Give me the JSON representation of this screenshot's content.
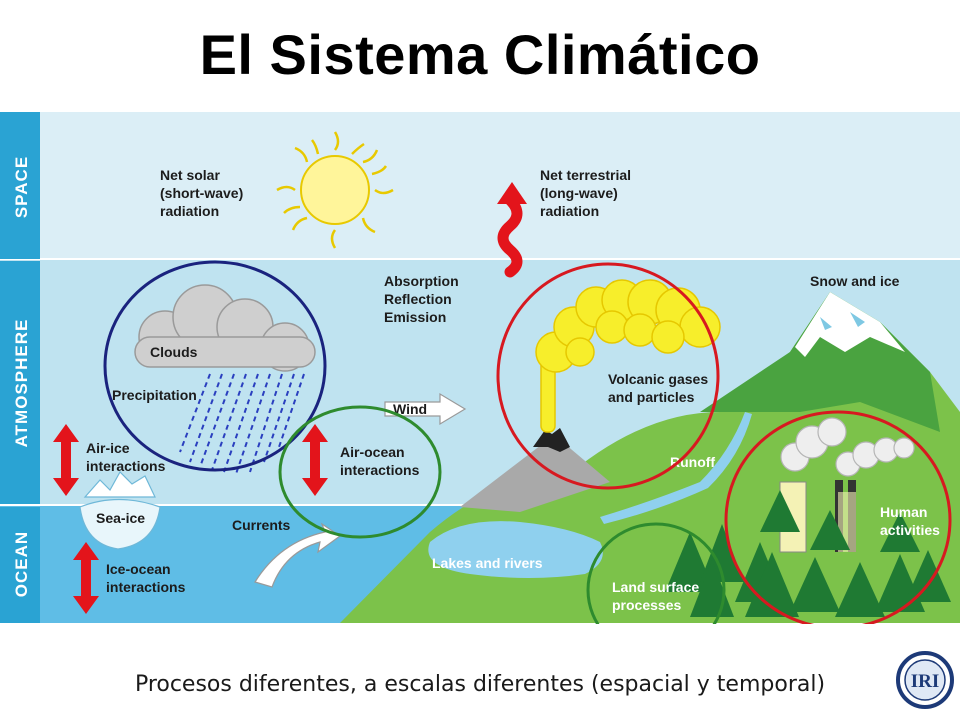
{
  "title": "El Sistema Climático",
  "caption": "Procesos diferentes, a escalas diferentes (espacial y temporal)",
  "logo": {
    "text": "IRI",
    "icon": "iri-globe-icon"
  },
  "bands": {
    "space": "SPACE",
    "atmosphere": "ATMOSPHERE",
    "ocean": "OCEAN"
  },
  "labels": {
    "net_solar": [
      "Net solar",
      "(short-wave)",
      "radiation"
    ],
    "net_terrestrial": [
      "Net terrestrial",
      "(long-wave)",
      "radiation"
    ],
    "absorption": [
      "Absorption",
      "Reflection",
      "Emission"
    ],
    "snow_ice": "Snow and ice",
    "clouds": "Clouds",
    "precipitation": "Precipitation",
    "wind": "Wind",
    "volcanic": [
      "Volcanic gases",
      "and particles"
    ],
    "air_ice": [
      "Air-ice",
      "interactions"
    ],
    "air_ocean": [
      "Air-ocean",
      "interactions"
    ],
    "runoff": "Runoff",
    "sea_ice": "Sea-ice",
    "currents": "Currents",
    "lakes_rivers": "Lakes and rivers",
    "human": [
      "Human",
      "activities"
    ],
    "land_surface": [
      "Land surface",
      "processes"
    ],
    "ice_ocean": [
      "Ice-ocean",
      "interactions"
    ]
  },
  "colors": {
    "space": "#dbeef6",
    "atmosphere": "#bfe3f0",
    "ocean": "#5fbde6",
    "band_bar": "#2aa3d3",
    "land": "#7cc24a",
    "arrow_red": "#e3141b",
    "circle_blue": "#1a237e",
    "circle_green": "#2e8b2e",
    "circle_red": "#d71920"
  }
}
